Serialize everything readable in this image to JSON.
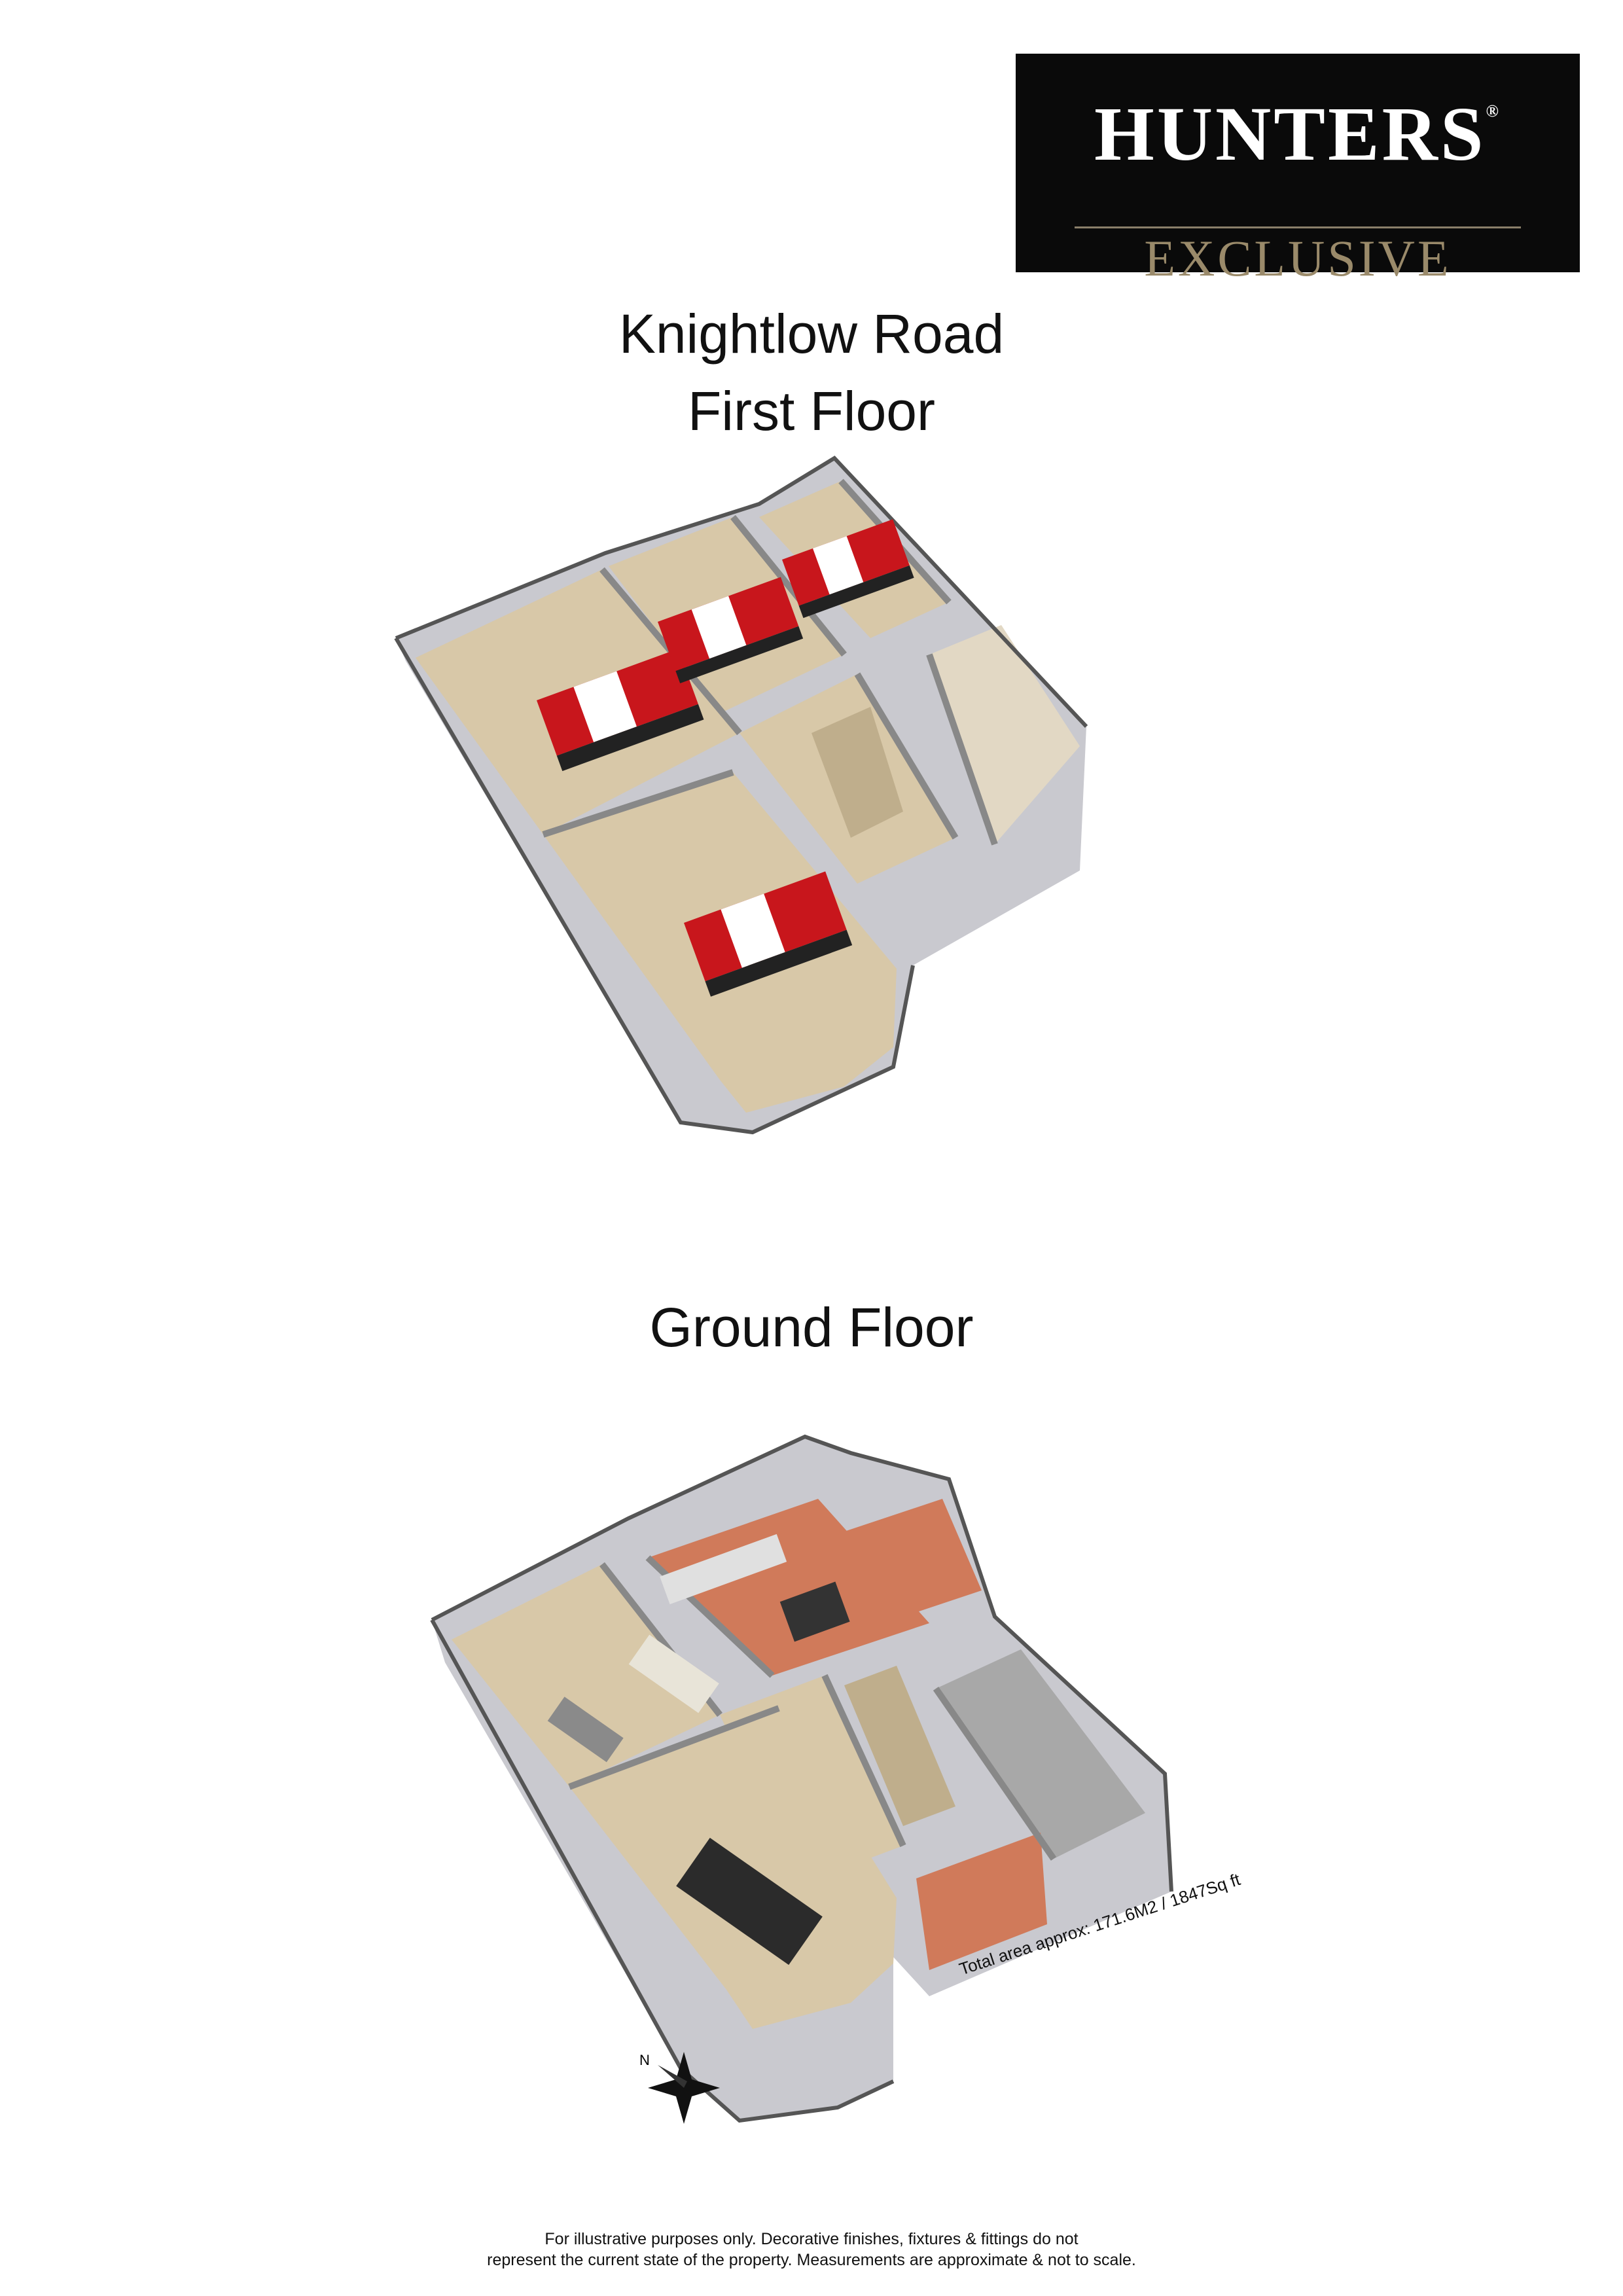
{
  "logo": {
    "brand": "HUNTERS",
    "reg": "®",
    "sub": "EXCLUSIVE"
  },
  "property": {
    "name": "Knightlow Road"
  },
  "floors": [
    {
      "label": "First Floor"
    },
    {
      "label": "Ground Floor"
    }
  ],
  "area_note": "Total area approx: 171.6M2 / 1847Sq ft",
  "disclaimer": {
    "line1": "For illustrative purposes only. Decorative finishes, fixtures & fittings do not",
    "line2": "represent the current state of the property. Measurements are approximate & not to scale."
  },
  "compass": {
    "label": "N"
  },
  "colors": {
    "carpet": "#d8c8a8",
    "tile": "#d07a5a",
    "wall": "#cfcfd4",
    "wall_top": "#f4f4f6",
    "bed_red": "#c8161c",
    "garage_floor": "#a8a8a8"
  }
}
